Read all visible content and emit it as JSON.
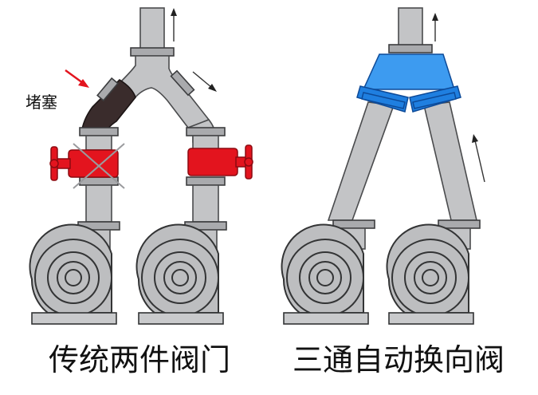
{
  "captions": {
    "left": "传统两件阀门",
    "right": "三通自动换向阀"
  },
  "labels": {
    "plug": "堵塞"
  },
  "colors": {
    "pipe": "#c3c4c6",
    "valve": "#e3141e",
    "plug": "#3a2c2c",
    "auto_valve": "#1f7fe0",
    "pointer_arrow": "#e3141e"
  },
  "icons": {
    "pointer": "red-arrow-icon",
    "flow": "flow-arrow-icon",
    "blocked": "x-mark-icon"
  }
}
